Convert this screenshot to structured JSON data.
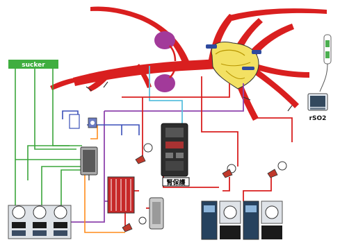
{
  "labels": {
    "sucker": "sucker",
    "renal_protection": "腎保護",
    "rso2": "rSO2"
  },
  "icons": {
    "heart": "heart-icon",
    "kidney": "kidney-icon",
    "pump": "roller-pump-icon",
    "gauge": "pressure-gauge-icon",
    "oxygenator": "oxygenator-icon",
    "reservoir": "venous-reservoir-icon",
    "monitor": "rso2-monitor-icon",
    "sensor": "nirs-sensor-icon"
  },
  "colors": {
    "artery": "#d91f1f",
    "suction": "#3aa53a",
    "cardioplegia": "#8e44ad",
    "vent": "#ff8c1a",
    "renal": "#5bc0de",
    "venous": "#3a4fb8",
    "monitor_line": "#2c3e50"
  }
}
